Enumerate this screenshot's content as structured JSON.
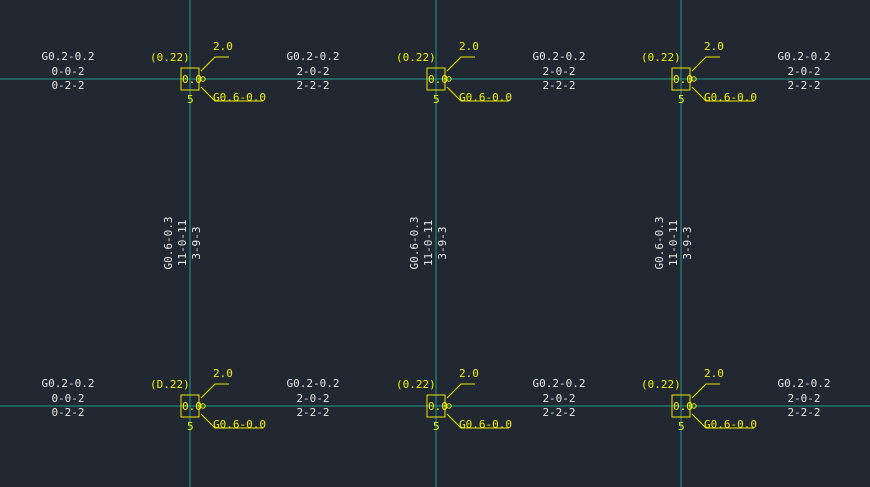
{
  "colors": {
    "background": "#222831",
    "grid": "#1e9a8c",
    "annotation": "#f0f000",
    "beam_text": "#e6e6e6"
  },
  "columns": [
    {
      "id": "c1",
      "left_bracket": "(0.22)",
      "top_value": "2.0",
      "center_value": "0.0",
      "right_label": "G0.6-0.0",
      "bottom_value": "5"
    },
    {
      "id": "c2",
      "left_bracket": "(0.22)",
      "top_value": "2.0",
      "center_value": "0.0",
      "right_label": "G0.6-0.0",
      "bottom_value": "5"
    },
    {
      "id": "c3",
      "left_bracket": "(0.22)",
      "top_value": "2.0",
      "center_value": "0.0",
      "right_label": "G0.6-0.0",
      "bottom_value": "5"
    },
    {
      "id": "c4",
      "left_bracket": "(D.22)",
      "top_value": "2.0",
      "center_value": "0.0",
      "right_label": "G0.6-0.0",
      "bottom_value": "5"
    },
    {
      "id": "c5",
      "left_bracket": "(0.22)",
      "top_value": "2.0",
      "center_value": "0.0",
      "right_label": "G0.6-0.0",
      "bottom_value": "5"
    },
    {
      "id": "c6",
      "left_bracket": "(0.22)",
      "top_value": "2.0",
      "center_value": "0.0",
      "right_label": "G0.6-0.0",
      "bottom_value": "5"
    }
  ],
  "beam_labels": [
    {
      "id": "b1",
      "lines": [
        "G0.2-0.2",
        "0-0-2",
        "0-2-2"
      ]
    },
    {
      "id": "b2",
      "lines": [
        "G0.2-0.2",
        "2-0-2",
        "2-2-2"
      ]
    },
    {
      "id": "b3",
      "lines": [
        "G0.2-0.2",
        "2-0-2",
        "2-2-2"
      ]
    },
    {
      "id": "b4",
      "lines": [
        "G0.2-0.2",
        "2-0-2",
        "2-2-2"
      ]
    },
    {
      "id": "b5",
      "lines": [
        "G0.2-0.2",
        "0-0-2",
        "0-2-2"
      ]
    },
    {
      "id": "b6",
      "lines": [
        "G0.2-0.2",
        "2-0-2",
        "2-2-2"
      ]
    },
    {
      "id": "b7",
      "lines": [
        "G0.2-0.2",
        "2-0-2",
        "2-2-2"
      ]
    },
    {
      "id": "b8",
      "lines": [
        "G0.2-0.2",
        "2-0-2",
        "2-2-2"
      ]
    }
  ],
  "vertical_labels": [
    {
      "id": "v1",
      "lines": [
        "G0.6-0.3",
        "11-0-11",
        "3-9-3"
      ]
    },
    {
      "id": "v2",
      "lines": [
        "G0.6-0.3",
        "11-0-11",
        "3-9-3"
      ]
    },
    {
      "id": "v3",
      "lines": [
        "G0.6-0.3",
        "11-0-11",
        "3-9-3"
      ]
    }
  ]
}
